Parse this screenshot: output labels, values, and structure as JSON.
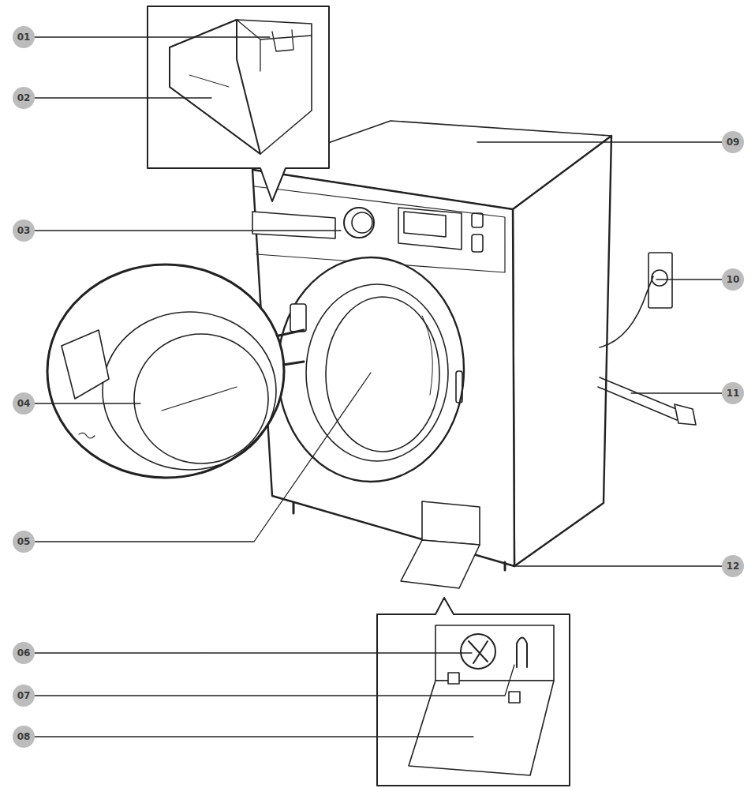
{
  "diagram": {
    "nodes": [
      {
        "text": [
          "01"
        ]
      },
      {
        "text": [
          "02"
        ]
      },
      {
        "text": [
          "03"
        ]
      },
      {
        "text": [
          "04"
        ]
      },
      {
        "text": [
          "05"
        ]
      },
      {
        "text": [
          "06"
        ]
      },
      {
        "text": [
          "07"
        ]
      },
      {
        "text": [
          "08"
        ]
      },
      {
        "text": [
          "09"
        ]
      },
      {
        "text": [
          "10"
        ]
      },
      {
        "text": [
          "11"
        ]
      },
      {
        "text": [
          "12"
        ]
      }
    ]
  }
}
